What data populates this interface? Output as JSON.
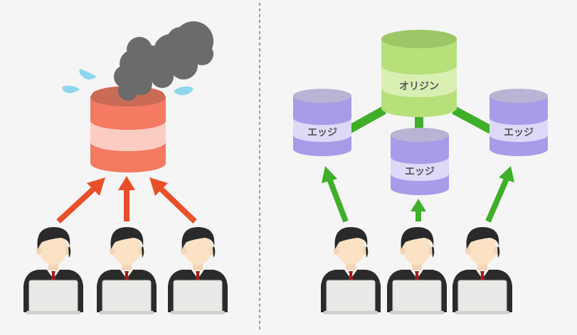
{
  "left_panel": {
    "server_state": "overloaded-smoking"
  },
  "right_panel": {
    "origin": {
      "label": "オリジン"
    },
    "edges": [
      {
        "label": "エッジ"
      },
      {
        "label": "エッジ"
      },
      {
        "label": "エッジ"
      }
    ]
  },
  "colors": {
    "overloaded_db": "#f47a62",
    "overload_arrow": "#e8502a",
    "origin_db": "#b6e07a",
    "edge_db": "#a79ce8",
    "edge_arrow": "#3fae28",
    "smoke": "#6b6b6b",
    "sweat": "#8fd6ef",
    "divider": "#9a9a9a"
  },
  "icons": [
    "database-icon",
    "smoke-cloud-icon",
    "sweat-drop-icon",
    "user-at-laptop-icon",
    "arrow-icon"
  ]
}
